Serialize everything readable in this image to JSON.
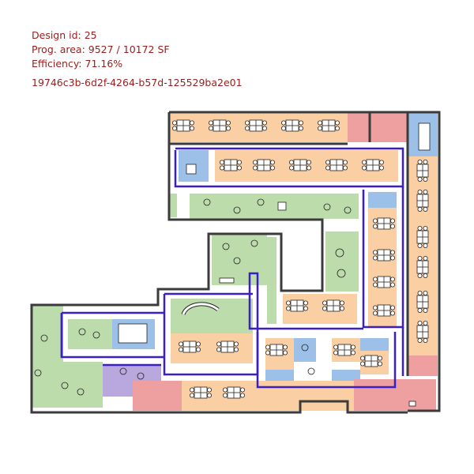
{
  "info": {
    "design_id": "Design id: 25",
    "prog_area": "Prog. area: 9527 / 10172 SF",
    "efficiency": "Efficiency: 71.16%",
    "uuid": "19746c3b-6d2f-4264-b57d-125529ba2e01"
  },
  "colors": {
    "open_office": "#f9cfa3",
    "collab": "#bcdcab",
    "meeting": "#9cc0e8",
    "support": "#eea0a0",
    "amenity": "#b8a8de",
    "corridor": "#3a1fc8",
    "wall": "#3b3b3b",
    "text": "#9b1c1c"
  }
}
